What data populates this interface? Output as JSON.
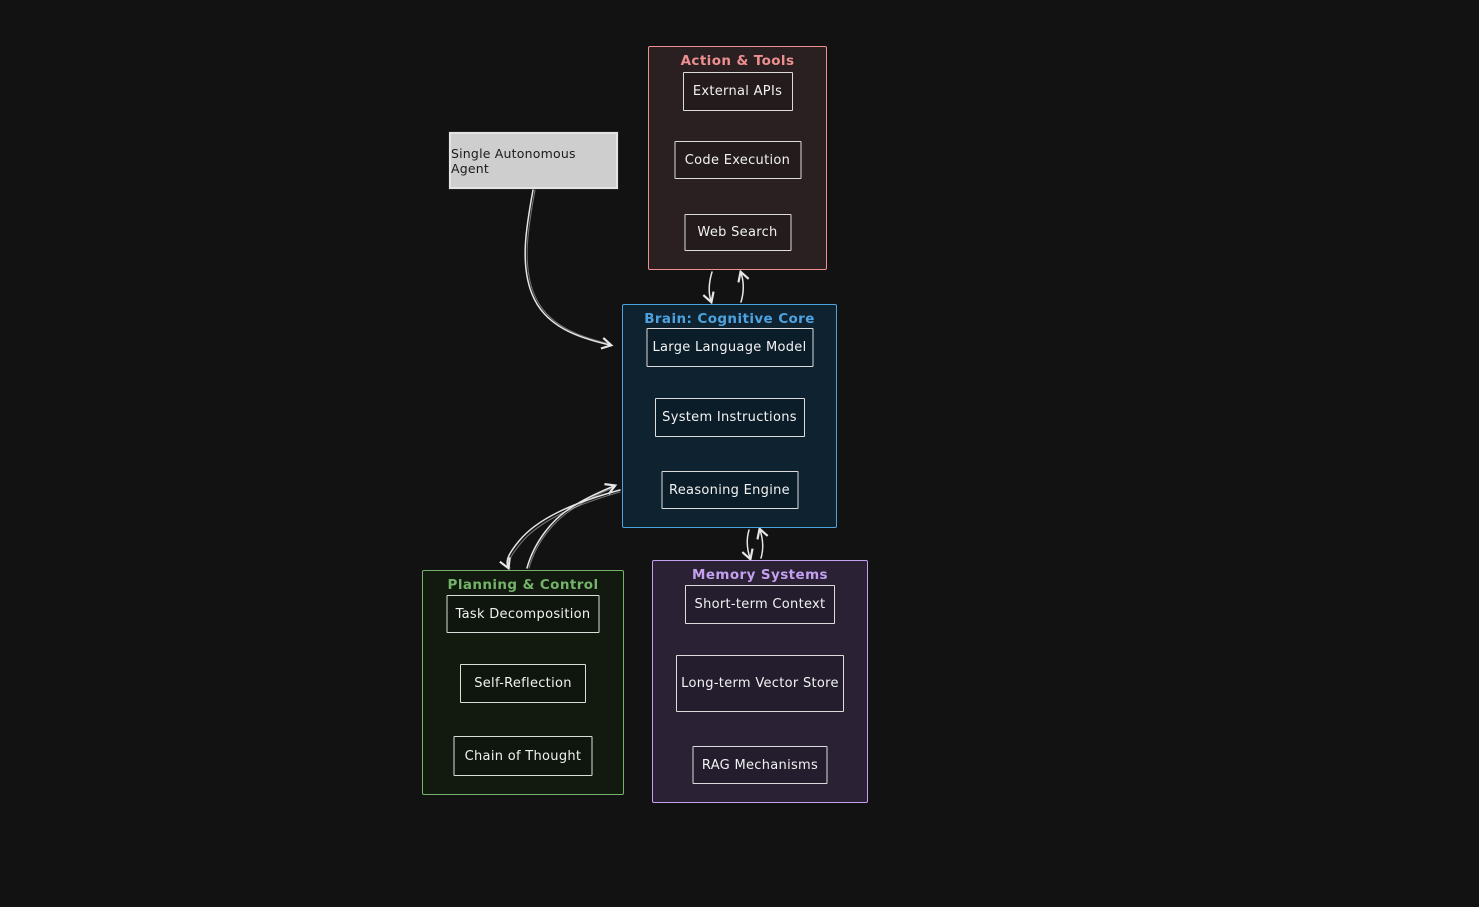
{
  "canvas": {
    "bg": "#121212",
    "arrow_color": "#e6e6e6",
    "node_border": "#dcdcdc",
    "node_text": "#f2f2f2"
  },
  "agent": {
    "label": "Single Autonomous Agent",
    "bg": "#cecece",
    "border": "#e3e3e3",
    "text": "#1b1b1b"
  },
  "sections": {
    "action_tools": {
      "title": "Action & Tools",
      "accent": "#ee8f90",
      "bg": "#2a1f21",
      "items": [
        "External APIs",
        "Code Execution",
        "Web Search"
      ]
    },
    "brain": {
      "title": "Brain: Cognitive Core",
      "accent": "#4da3e0",
      "bg": "#0e2230",
      "items": [
        "Large Language Model",
        "System Instructions",
        "Reasoning Engine"
      ]
    },
    "planning": {
      "title": "Planning & Control",
      "accent": "#74b369",
      "bg": "#121a0f",
      "items": [
        "Task Decomposition",
        "Self-Reflection",
        "Chain of Thought"
      ]
    },
    "memory": {
      "title": "Memory Systems",
      "accent": "#c3a0f0",
      "bg": "#2a2134",
      "items": [
        "Short-term Context",
        "Long-term Vector Store",
        "RAG Mechanisms"
      ]
    }
  }
}
